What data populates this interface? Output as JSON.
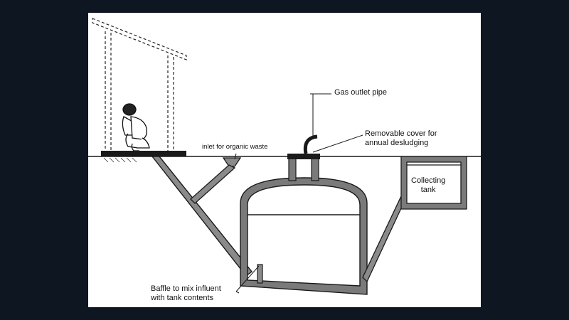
{
  "labels": {
    "gas_outlet_pipe": "Gas outlet pipe",
    "removable_cover_line1": "Removable cover for",
    "removable_cover_line2": "annual desludging",
    "inlet_organic_waste": "inlet for organic waste",
    "collecting_tank_line1": "Collecting",
    "collecting_tank_line2": "tank",
    "baffle_line1": "Baffle to mix influent",
    "baffle_line2": "with tank contents"
  },
  "colors": {
    "page_background": "#0e1621",
    "diagram_background": "#ffffff",
    "wall_fill": "#7a7a7a",
    "outline": "#1a1a1a"
  }
}
